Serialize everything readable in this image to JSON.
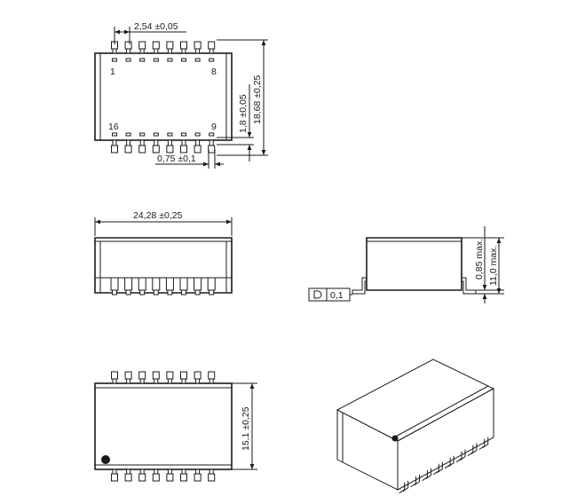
{
  "top_view": {
    "pin_pitch": "2,54 ±0,05",
    "pin_width": "0,75 ±0,1",
    "pad_length": "1,8 ±0,05",
    "overall_width": "18,68 ±0,25",
    "pin_labels": {
      "top_left": "1",
      "top_right": "8",
      "bottom_left": "16",
      "bottom_right": "9"
    }
  },
  "side_view": {
    "body_length": "24,28 ±0,25"
  },
  "end_view": {
    "standoff": "0,85 max.",
    "height": "11,0 max.",
    "flatness_value": "0,1"
  },
  "bottom_view": {
    "body_width": "15,1 ±0,25"
  },
  "colors": {
    "line": "#1a1a1a",
    "background": "#ffffff"
  }
}
